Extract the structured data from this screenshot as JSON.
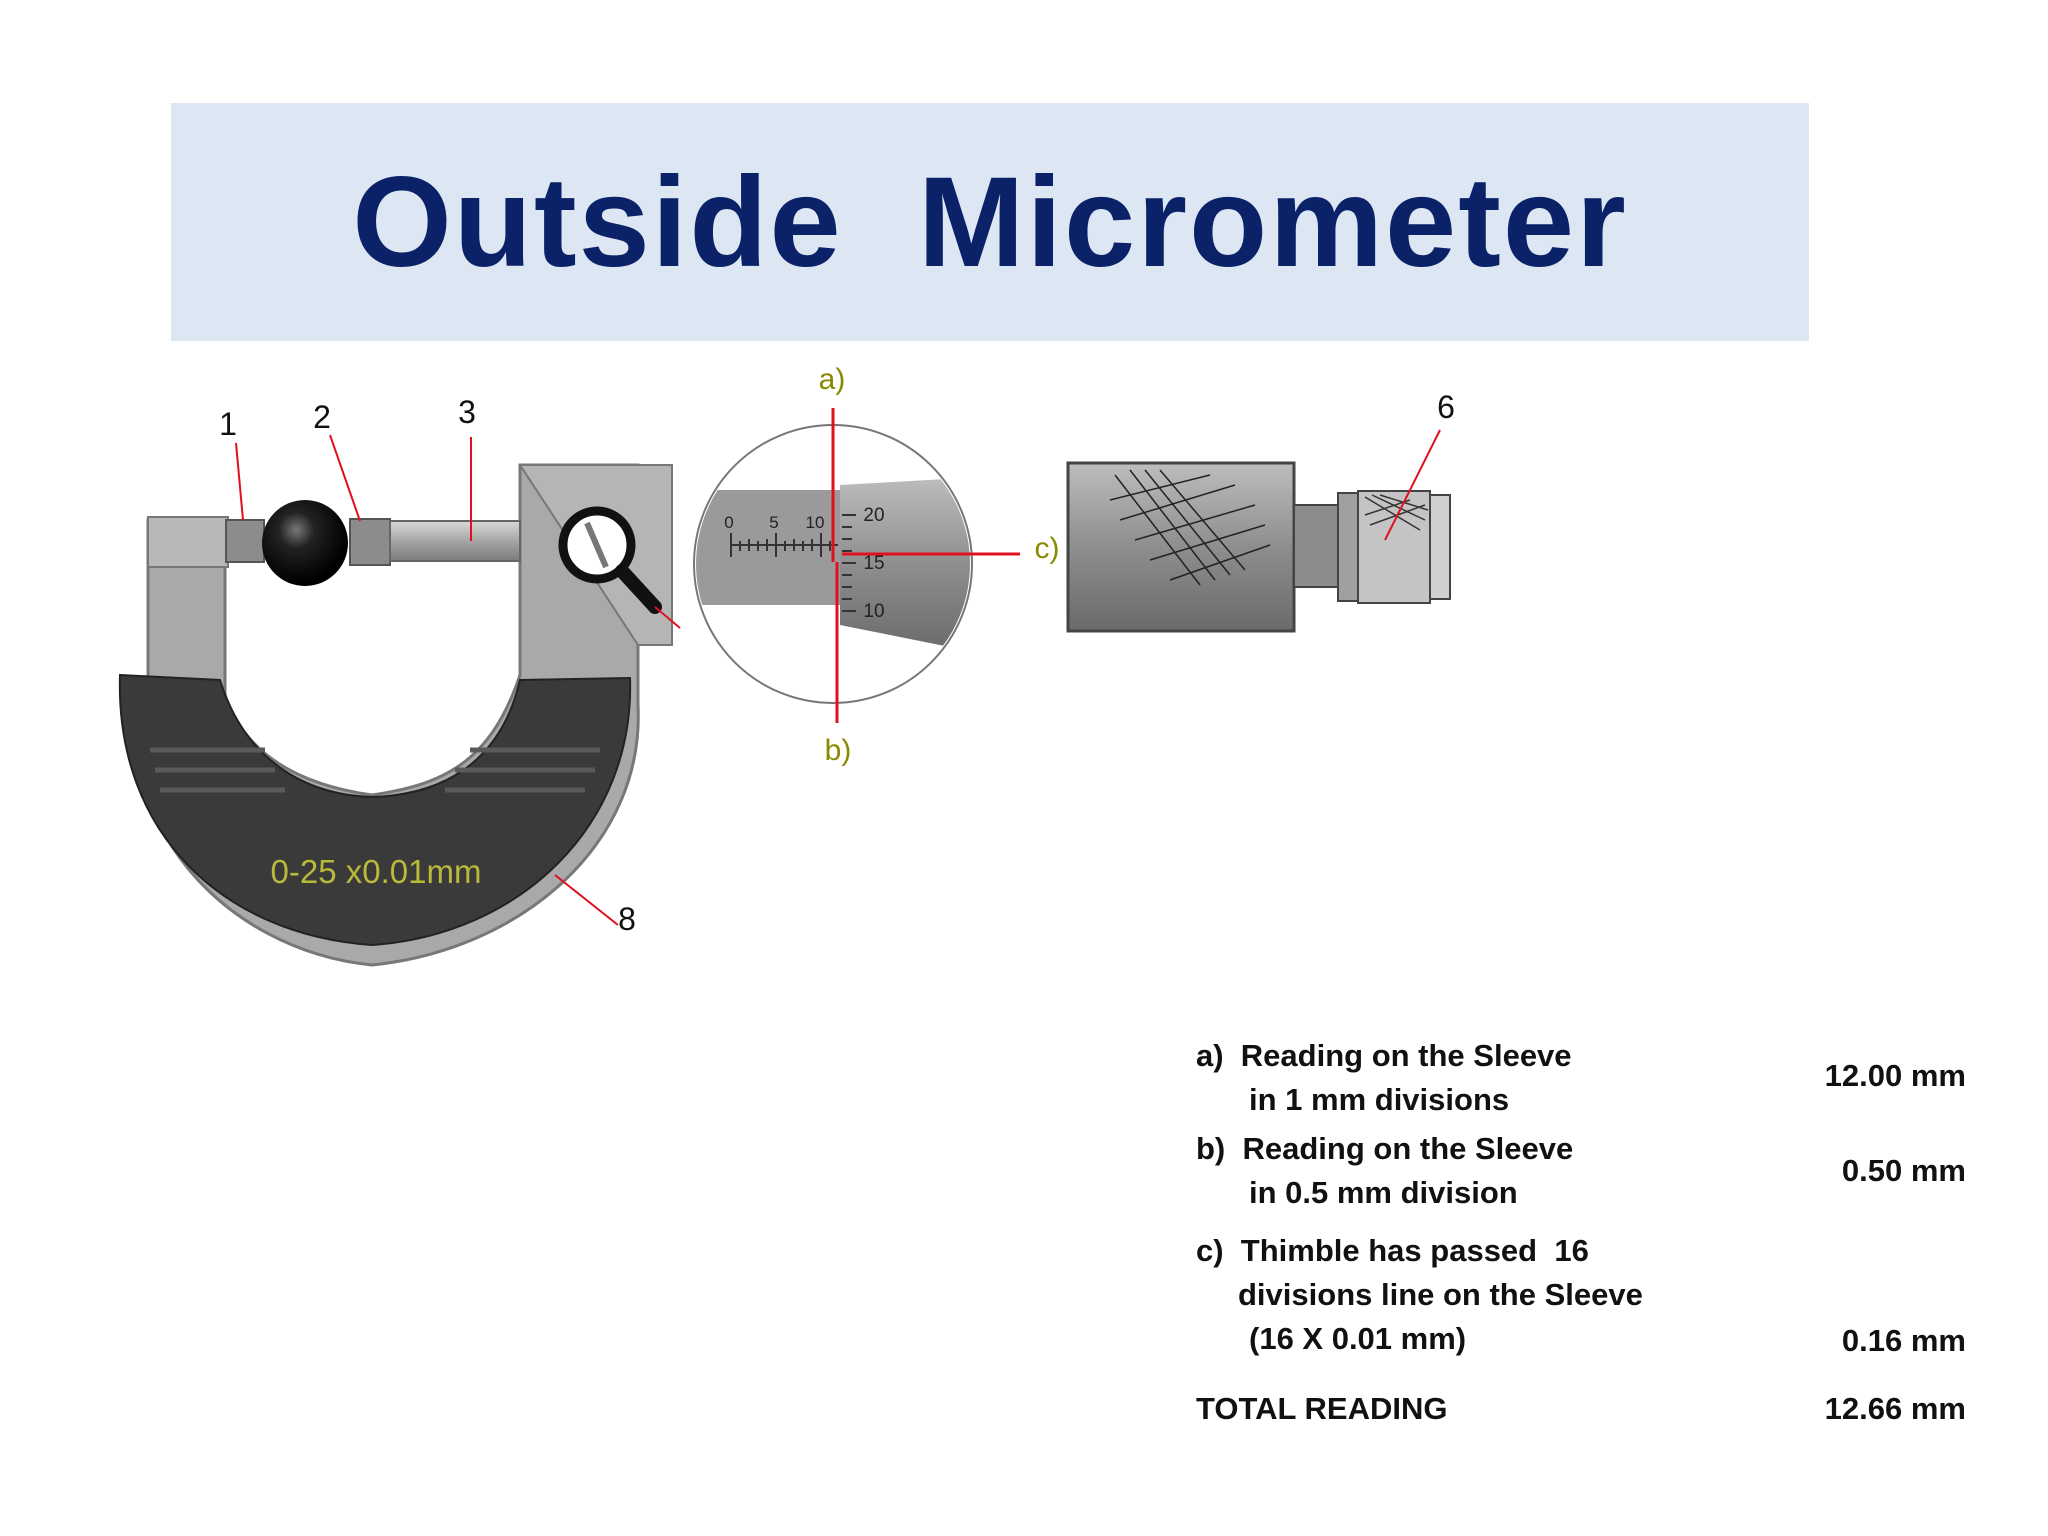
{
  "title": "Outside  Micrometer",
  "diagram": {
    "part_labels": [
      "1",
      "2",
      "3",
      "6",
      "8"
    ],
    "callouts": {
      "a": "a)",
      "b": "b)",
      "c": "c)"
    },
    "frame_text": "0-25 x0.01mm",
    "sleeve_scale": [
      "0",
      "5",
      "10"
    ],
    "thimble_scale": [
      "20",
      "15",
      "10"
    ],
    "colors": {
      "frame": "#a9a9a9",
      "frame_grip": "#3a3a3a",
      "frame_text": "#b9b93a",
      "callout_lines": "#e01020",
      "callout_text": "#8a8a00",
      "title_text": "#0b2268",
      "title_background": "#dde6f3"
    },
    "icons": [
      "magnifier-icon"
    ]
  },
  "readings": {
    "a": {
      "label_line1": "a)  Reading on the Sleeve",
      "label_line2": "in 1 mm divisions",
      "value": "12.00 mm"
    },
    "b": {
      "label_line1": "b)  Reading on the Sleeve",
      "label_line2": "in 0.5 mm division",
      "value": "0.50 mm"
    },
    "c": {
      "label_line1": "c)  Thimble has passed  16",
      "label_line2": "divisions line on the Sleeve",
      "label_line3": "(16 X 0.01 mm)",
      "value": "0.16 mm"
    },
    "total": {
      "label": "TOTAL READING",
      "value": "12.66 mm"
    }
  }
}
